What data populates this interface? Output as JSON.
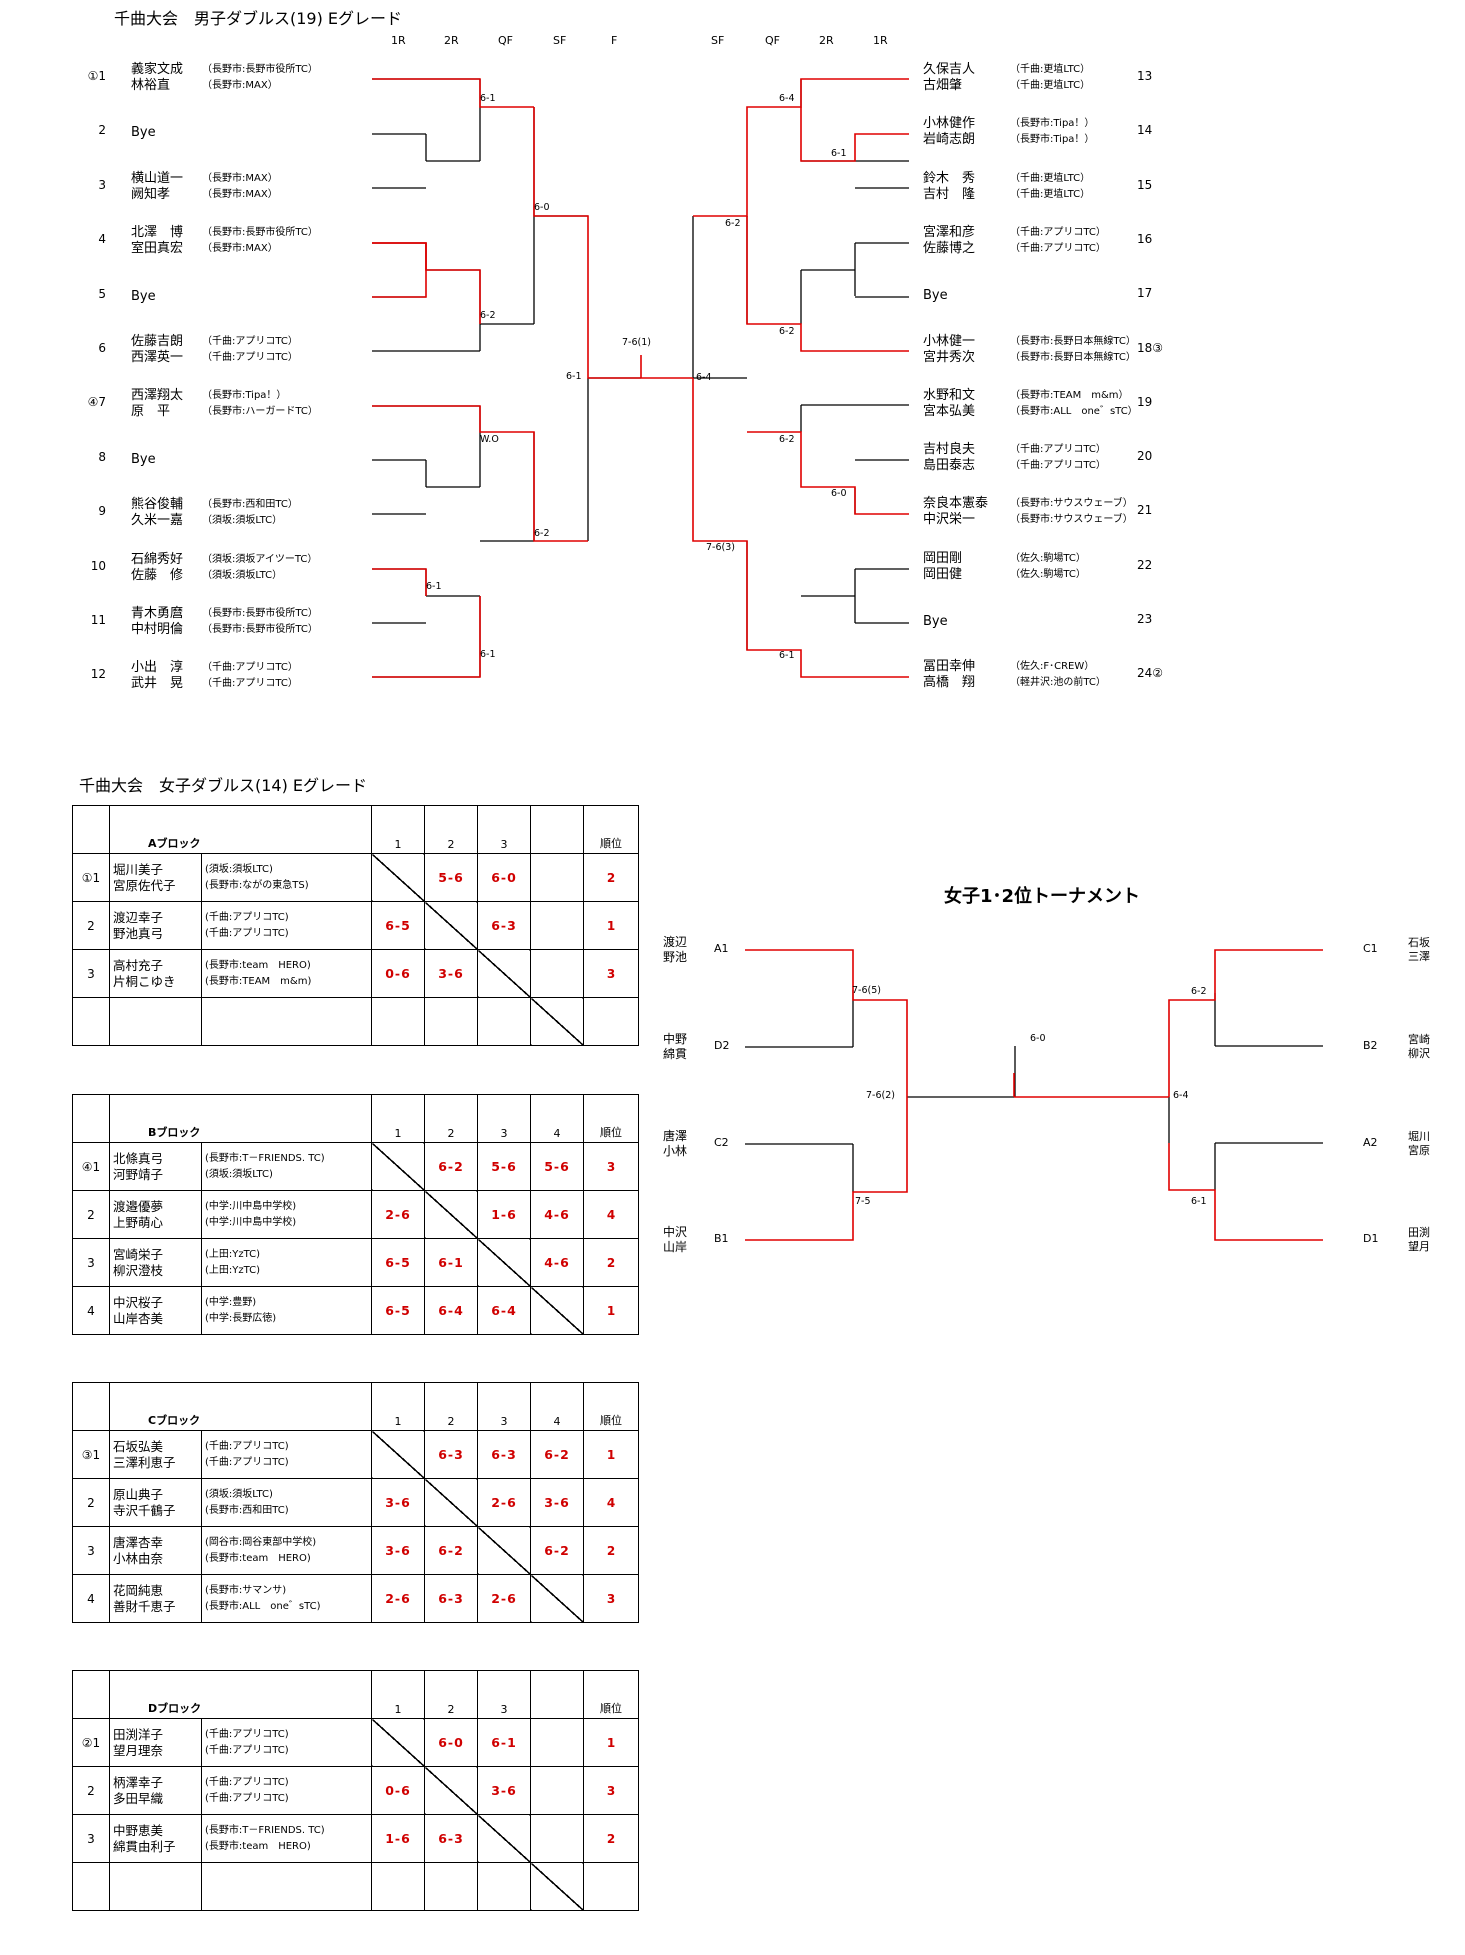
{
  "mens": {
    "title": "千曲大会　男子ダブルス(19) Eグレード",
    "left_rounds": [
      "1R",
      "2R",
      "QF",
      "SF",
      "F"
    ],
    "right_rounds": [
      "SF",
      "QF",
      "2R",
      "1R"
    ],
    "left_entries": [
      {
        "seed": "①1",
        "p1": "義家文成",
        "c1": "（長野市:長野市役所TC）",
        "p2": "林裕直",
        "c2": "（長野市:MAX）"
      },
      {
        "seed": "2",
        "bye": "Bye"
      },
      {
        "seed": "3",
        "p1": "横山道一",
        "c1": "（長野市:MAX）",
        "p2": "阙知孝",
        "c2": "（長野市:MAX）"
      },
      {
        "seed": "4",
        "p1": "北澤　博",
        "c1": "（長野市:長野市役所TC）",
        "p2": "室田真宏",
        "c2": "（長野市:MAX）"
      },
      {
        "seed": "5",
        "bye": "Bye"
      },
      {
        "seed": "6",
        "p1": "佐藤吉朗",
        "c1": "（千曲:アプリコTC）",
        "p2": "西澤英一",
        "c2": "（千曲:アプリコTC）"
      },
      {
        "seed": "④7",
        "p1": "西澤翔太",
        "c1": "（長野市:Tipa！）",
        "p2": "原　平",
        "c2": "（長野市:ハーガードTC）"
      },
      {
        "seed": "8",
        "bye": "Bye"
      },
      {
        "seed": "9",
        "p1": "熊谷俊輔",
        "c1": "（長野市:西和田TC）",
        "p2": "久米一嘉",
        "c2": "（須坂:須坂LTC）"
      },
      {
        "seed": "10",
        "p1": "石綿秀好",
        "c1": "（須坂:須坂アイツーTC）",
        "p2": "佐藤　修",
        "c2": "（須坂:須坂LTC）"
      },
      {
        "seed": "11",
        "p1": "青木勇麿",
        "c1": "（長野市:長野市役所TC）",
        "p2": "中村明倫",
        "c2": "（長野市:長野市役所TC）"
      },
      {
        "seed": "12",
        "p1": "小出　淳",
        "c1": "（千曲:アプリコTC）",
        "p2": "武井　晃",
        "c2": "（千曲:アプリコTC）"
      }
    ],
    "right_entries": [
      {
        "seed": "13",
        "p1": "久保吉人",
        "c1": "（千曲:更埴LTC）",
        "p2": "古畑肇",
        "c2": "（千曲:更埴LTC）"
      },
      {
        "seed": "14",
        "p1": "小林健作",
        "c1": "（長野市:Tipa！）",
        "p2": "岩崎志朗",
        "c2": "（長野市:Tipa！）"
      },
      {
        "seed": "15",
        "p1": "鈴木　秀",
        "c1": "（千曲:更埴LTC）",
        "p2": "吉村　隆",
        "c2": "（千曲:更埴LTC）"
      },
      {
        "seed": "16",
        "p1": "宮澤和彦",
        "c1": "（千曲:アプリコTC）",
        "p2": "佐藤博之",
        "c2": "（千曲:アプリコTC）"
      },
      {
        "seed": "17",
        "bye": "Bye"
      },
      {
        "seed": "18③",
        "p1": "小林健一",
        "c1": "（長野市:長野日本無線TC）",
        "p2": "宮井秀次",
        "c2": "（長野市:長野日本無線TC）"
      },
      {
        "seed": "19",
        "p1": "水野和文",
        "c1": "（長野市:TEAM　m&m）",
        "p2": "宮本弘美",
        "c2": "（長野市:ALL　one゛sTC）"
      },
      {
        "seed": "20",
        "p1": "吉村良夫",
        "c1": "（千曲:アプリコTC）",
        "p2": "島田泰志",
        "c2": "（千曲:アプリコTC）"
      },
      {
        "seed": "21",
        "p1": "奈良本憲泰",
        "c1": "（長野市:サウスウェーブ）",
        "p2": "中沢栄一",
        "c2": "（長野市:サウスウェーブ）"
      },
      {
        "seed": "22",
        "p1": "岡田剛",
        "c1": "（佐久:駒場TC）",
        "p2": "岡田健",
        "c2": "（佐久:駒場TC）"
      },
      {
        "seed": "23",
        "bye": "Bye"
      },
      {
        "seed": "24②",
        "p1": "冨田幸伸",
        "c1": "（佐久:F･CREW）",
        "p2": "高橋　翔",
        "c2": "（軽井沢:池の前TC）"
      }
    ],
    "scores": {
      "l_2r_1": "6-1",
      "l_2r_2": "6-2",
      "l_2r_3": "W.O",
      "l_1r_10": "6-1",
      "l_2r_4": "6-1",
      "l_qf_1": "6-0",
      "l_qf_2": "6-2",
      "l_sf": "6-1",
      "final": "7-6(1)",
      "r_1r_14": "6-1",
      "r_2r_1": "6-4",
      "r_2r_2": "6-2",
      "r_1r_20": "6-0",
      "r_2r_3": "6-2",
      "r_2r_4": "6-1",
      "r_qf_1": "6-2",
      "r_qf_2": "7-6(3)",
      "r_sf": "6-4"
    }
  },
  "womens": {
    "title": "千曲大会　女子ダブルス(14) Eグレード",
    "rank_label": "順位",
    "blocks": [
      {
        "name": "Aブロック",
        "cols": [
          "1",
          "2",
          "3",
          ""
        ],
        "rows": [
          {
            "seed": "①1",
            "p1": "堀川美子",
            "c1": "(須坂:須坂LTC)",
            "p2": "宮原佐代子",
            "c2": "(長野市:ながの東急TS)",
            "s": [
              "",
              "5-6",
              "6-0",
              ""
            ],
            "rank": "2"
          },
          {
            "seed": "2",
            "p1": "渡辺幸子",
            "c1": "(千曲:アプリコTC)",
            "p2": "野池真弓",
            "c2": "(千曲:アプリコTC)",
            "s": [
              "6-5",
              "",
              "6-3",
              ""
            ],
            "rank": "1"
          },
          {
            "seed": "3",
            "p1": "高村充子",
            "c1": "(長野市:team　HERO)",
            "p2": "片桐こゆき",
            "c2": "(長野市:TEAM　m&m)",
            "s": [
              "0-6",
              "3-6",
              "",
              ""
            ],
            "rank": "3"
          }
        ]
      },
      {
        "name": "Bブロック",
        "cols": [
          "1",
          "2",
          "3",
          "4"
        ],
        "rows": [
          {
            "seed": "④1",
            "p1": "北條真弓",
            "c1": "(長野市:T－FRIENDS. TC)",
            "p2": "河野靖子",
            "c2": "(須坂:須坂LTC)",
            "s": [
              "",
              "6-2",
              "5-6",
              "5-6"
            ],
            "rank": "3"
          },
          {
            "seed": "2",
            "p1": "渡邉優夢",
            "c1": "(中学:川中島中学校)",
            "p2": "上野萌心",
            "c2": "(中学:川中島中学校)",
            "s": [
              "2-6",
              "",
              "1-6",
              "4-6"
            ],
            "rank": "4"
          },
          {
            "seed": "3",
            "p1": "宮崎栄子",
            "c1": "(上田:YzTC)",
            "p2": "柳沢澄枝",
            "c2": "(上田:YzTC)",
            "s": [
              "6-5",
              "6-1",
              "",
              "4-6"
            ],
            "rank": "2"
          },
          {
            "seed": "4",
            "p1": "中沢桜子",
            "c1": "(中学:豊野)",
            "p2": "山岸杏美",
            "c2": "(中学:長野広徳)",
            "s": [
              "6-5",
              "6-4",
              "6-4",
              ""
            ],
            "rank": "1"
          }
        ]
      },
      {
        "name": "Cブロック",
        "cols": [
          "1",
          "2",
          "3",
          "4"
        ],
        "rows": [
          {
            "seed": "③1",
            "p1": "石坂弘美",
            "c1": "(千曲:アプリコTC)",
            "p2": "三澤利恵子",
            "c2": "(千曲:アプリコTC)",
            "s": [
              "",
              "6-3",
              "6-3",
              "6-2"
            ],
            "rank": "1"
          },
          {
            "seed": "2",
            "p1": "原山典子",
            "c1": "(須坂:須坂LTC)",
            "p2": "寺沢千鶴子",
            "c2": "(長野市:西和田TC)",
            "s": [
              "3-6",
              "",
              "2-6",
              "3-6"
            ],
            "rank": "4"
          },
          {
            "seed": "3",
            "p1": "唐澤杏幸",
            "c1": "(岡谷市:岡谷東部中学校)",
            "p2": "小林由奈",
            "c2": "(長野市:team　HERO)",
            "s": [
              "3-6",
              "6-2",
              "",
              "6-2"
            ],
            "rank": "2"
          },
          {
            "seed": "4",
            "p1": "花岡純恵",
            "c1": "(長野市:サマンサ)",
            "p2": "善財千恵子",
            "c2": "(長野市:ALL　one゛sTC)",
            "s": [
              "2-6",
              "6-3",
              "2-6",
              ""
            ],
            "rank": "3"
          }
        ]
      },
      {
        "name": "Dブロック",
        "cols": [
          "1",
          "2",
          "3",
          ""
        ],
        "rows": [
          {
            "seed": "②1",
            "p1": "田渕洋子",
            "c1": "(千曲:アプリコTC)",
            "p2": "望月理奈",
            "c2": "(千曲:アプリコTC)",
            "s": [
              "",
              "6-0",
              "6-1",
              ""
            ],
            "rank": "1"
          },
          {
            "seed": "2",
            "p1": "柄澤幸子",
            "c1": "(千曲:アプリコTC)",
            "p2": "多田早織",
            "c2": "(千曲:アプリコTC)",
            "s": [
              "0-6",
              "",
              "3-6",
              ""
            ],
            "rank": "3"
          },
          {
            "seed": "3",
            "p1": "中野恵美",
            "c1": "(長野市:T－FRIENDS. TC)",
            "p2": "綿貫由利子",
            "c2": "(長野市:team　HERO)",
            "s": [
              "1-6",
              "6-3",
              "",
              ""
            ],
            "rank": "2"
          }
        ]
      }
    ],
    "playoff": {
      "title": "女子1･2位トーナメント",
      "left": [
        {
          "n1": "渡辺",
          "n2": "野池",
          "slot": "A1"
        },
        {
          "n1": "中野",
          "n2": "綿貫",
          "slot": "D2"
        },
        {
          "n1": "唐澤",
          "n2": "小林",
          "slot": "C2"
        },
        {
          "n1": "中沢",
          "n2": "山岸",
          "slot": "B1"
        }
      ],
      "right": [
        {
          "n1": "石坂",
          "n2": "三澤",
          "slot": "C1"
        },
        {
          "n1": "宮崎",
          "n2": "柳沢",
          "slot": "B2"
        },
        {
          "n1": "堀川",
          "n2": "宮原",
          "slot": "A2"
        },
        {
          "n1": "田渕",
          "n2": "望月",
          "slot": "D1"
        }
      ],
      "scores": {
        "l1": "7-6(5)",
        "l2": "7-5",
        "lsf": "7-6(2)",
        "final": "6-0",
        "r1": "6-2",
        "r2": "6-1",
        "rsf": "6-4"
      }
    }
  },
  "colors": {
    "win_line": "#e00000",
    "line": "#000000",
    "score": "#d00000"
  }
}
